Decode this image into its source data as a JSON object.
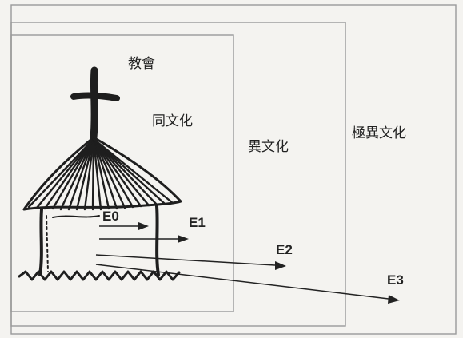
{
  "labels": {
    "church": "教會",
    "same_culture": "同文化",
    "different_culture": "異文化",
    "extremely_different_culture": "極異文化"
  },
  "arrows": [
    "E0",
    "E1",
    "E2",
    "E3"
  ],
  "icons": {
    "building": "hut-church-icon",
    "cross": "cross-icon",
    "ground": "ground-zigzag"
  },
  "colors": {
    "ink": "#222222",
    "paper": "#f4f3f0",
    "frame": "#9a9a9a"
  }
}
